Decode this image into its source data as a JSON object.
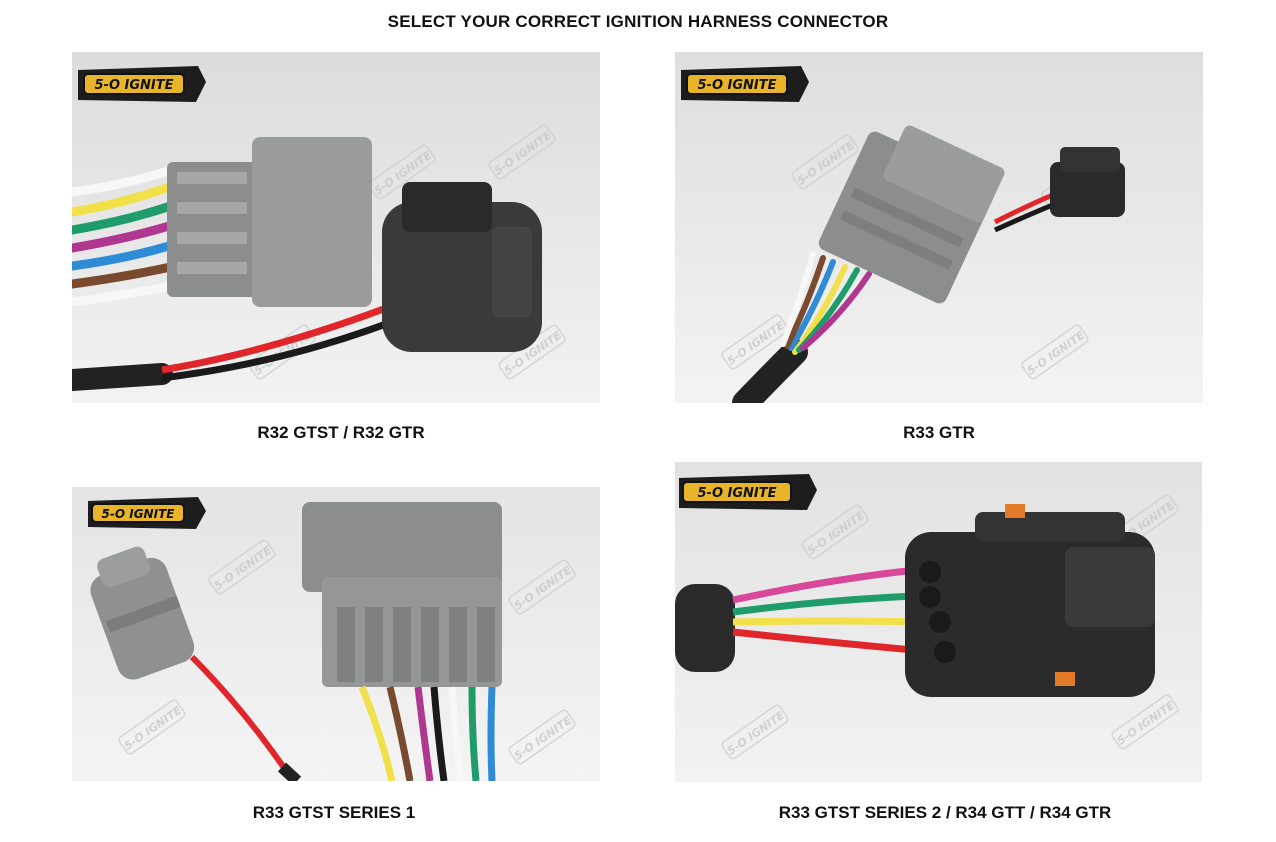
{
  "page": {
    "title": "SELECT YOUR CORRECT IGNITION HARNESS CONNECTOR"
  },
  "brand": {
    "logo": "5-O IGNITE",
    "watermark": "5-O IGNITE"
  },
  "colors": {
    "connector_grey": "#8c8d8d",
    "connector_black": "#2a2a2a",
    "wire_yellow": "#f1e04a",
    "wire_green": "#1f9c6a",
    "wire_purple": "#b0378f",
    "wire_blue": "#2f8bd6",
    "wire_brown": "#7a4a2e",
    "wire_red": "#e0262b",
    "wire_white": "#f7f7f7",
    "wire_pink": "#d8479a",
    "logo_gold": "#e8b52a"
  },
  "connectors": [
    {
      "label": "R32 GTST / R32 GTR",
      "image": "r32-gtst-gtr-connector-photo"
    },
    {
      "label": "R33 GTR",
      "image": "r33-gtr-connector-photo"
    },
    {
      "label": "R33 GTST SERIES 1",
      "image": "r33-gtst-series1-connector-photo"
    },
    {
      "label": "R33 GTST SERIES 2 / R34 GTT / R34 GTR",
      "image": "r33-gtst-series2-r34-connector-photo"
    }
  ]
}
